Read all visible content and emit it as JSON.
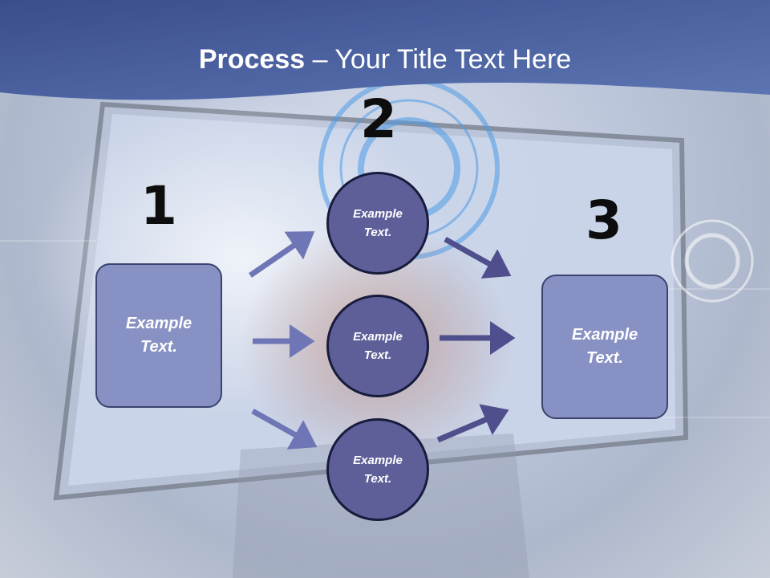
{
  "title": {
    "bold": "Process",
    "rest": " – Your Title Text Here"
  },
  "steps": {
    "one": "1",
    "two": "2",
    "three": "3"
  },
  "left_box": {
    "line1": "Example",
    "line2": "Text."
  },
  "circles": [
    {
      "line1": "Example",
      "line2": "Text."
    },
    {
      "line1": "Example",
      "line2": "Text."
    },
    {
      "line1": "Example",
      "line2": "Text."
    }
  ],
  "right_box": {
    "line1": "Example",
    "line2": "Text."
  },
  "colors": {
    "header": "#4a5d9e",
    "box_fill": "#8891c3",
    "circle_fill": "#5e5f99",
    "arrow": "#6f76b6"
  }
}
